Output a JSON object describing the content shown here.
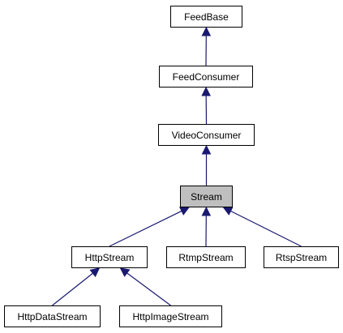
{
  "diagram": {
    "classes": [
      {
        "id": "feedbase",
        "label": "FeedBase",
        "highlighted": false
      },
      {
        "id": "feedconsumer",
        "label": "FeedConsumer",
        "highlighted": false
      },
      {
        "id": "videoconsumer",
        "label": "VideoConsumer",
        "highlighted": false
      },
      {
        "id": "stream",
        "label": "Stream",
        "highlighted": true
      },
      {
        "id": "httpstream",
        "label": "HttpStream",
        "highlighted": false
      },
      {
        "id": "rtmpstream",
        "label": "RtmpStream",
        "highlighted": false
      },
      {
        "id": "rtspstream",
        "label": "RtspStream",
        "highlighted": false
      },
      {
        "id": "httpdatastream",
        "label": "HttpDataStream",
        "highlighted": false
      },
      {
        "id": "httpimagestream",
        "label": "HttpImageStream",
        "highlighted": false
      }
    ],
    "inheritance": [
      {
        "from": "feedconsumer",
        "to": "feedbase"
      },
      {
        "from": "videoconsumer",
        "to": "feedconsumer"
      },
      {
        "from": "stream",
        "to": "videoconsumer"
      },
      {
        "from": "httpstream",
        "to": "stream"
      },
      {
        "from": "rtmpstream",
        "to": "stream"
      },
      {
        "from": "rtspstream",
        "to": "stream"
      },
      {
        "from": "httpdatastream",
        "to": "httpstream"
      },
      {
        "from": "httpimagestream",
        "to": "httpstream"
      }
    ],
    "colors": {
      "edge": "#191970",
      "node_fill": "#ffffff",
      "highlight_fill": "#bfbfbf",
      "border": "#000000"
    }
  }
}
